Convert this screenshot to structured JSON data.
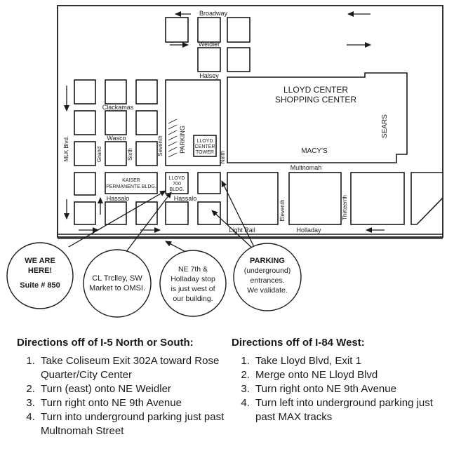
{
  "streets": {
    "broadway": "Broadway",
    "weidler": "Weidler",
    "halsey": "Halsey",
    "clackamas": "Clackamas",
    "wasco": "Wasco",
    "multnomah": "Multnomah",
    "hassalo_west": "Hassalo",
    "hassalo_east": "Hassalo",
    "light_rail": "Light Rail",
    "holladay": "Holladay",
    "mlk": "MLK Blvd.",
    "grand": "Grand",
    "sixth": "Sixth",
    "seventh": "Seventh",
    "ninth": "Ninth",
    "eleventh": "Eleventh",
    "thirteenth": "Thirteenth"
  },
  "buildings": {
    "lloyd_center_line1": "LLOYD CENTER",
    "lloyd_center_line2": "SHOPPING CENTER",
    "sears": "SEARS",
    "macys": "MACY'S",
    "kaiser_line1": "KAISER",
    "kaiser_line2": "PERMANENTE BLDG.",
    "lloyd700_line1": "LLOYD",
    "lloyd700_line2": "700",
    "lloyd700_line3": "BLDG.",
    "tower_line1": "LLOYD",
    "tower_line2": "CENTER",
    "tower_line3": "TOWER",
    "parking": "PARKING"
  },
  "callouts": {
    "we_are_here_line1": "WE ARE",
    "we_are_here_line2": "HERE!",
    "suite": "Suite # 850",
    "trolley_line1": "CL Trclley, SW",
    "trolley_line2": "Market to OMSI.",
    "max_line1": "NE 7th &",
    "max_line2": "Holladay stop",
    "max_line3": "is just west of",
    "max_line4": "our building.",
    "parking_line1": "PARKING",
    "parking_line2": "(underground)",
    "parking_line3": "entrances.",
    "parking_line4": "We validate."
  },
  "directions_i5": {
    "title": "Directions off of I-5 North or South:",
    "steps": [
      "Take Coliseum Exit 302A toward Rose Quarter/City Center",
      "Turn (east) onto NE Weidler",
      "Turn right onto NE 9th Avenue",
      "Turn into underground parking just past Multnomah Street"
    ]
  },
  "directions_i84": {
    "title": "Directions off of I-84 West:",
    "steps": [
      "Take Lloyd Blvd, Exit 1",
      "Merge onto NE Lloyd Blvd",
      "Turn right onto NE 9th Avenue",
      "Turn left into underground parking just past MAX tracks"
    ]
  },
  "colors": {
    "ink": "#1a1a1a",
    "paper": "#ffffff"
  }
}
